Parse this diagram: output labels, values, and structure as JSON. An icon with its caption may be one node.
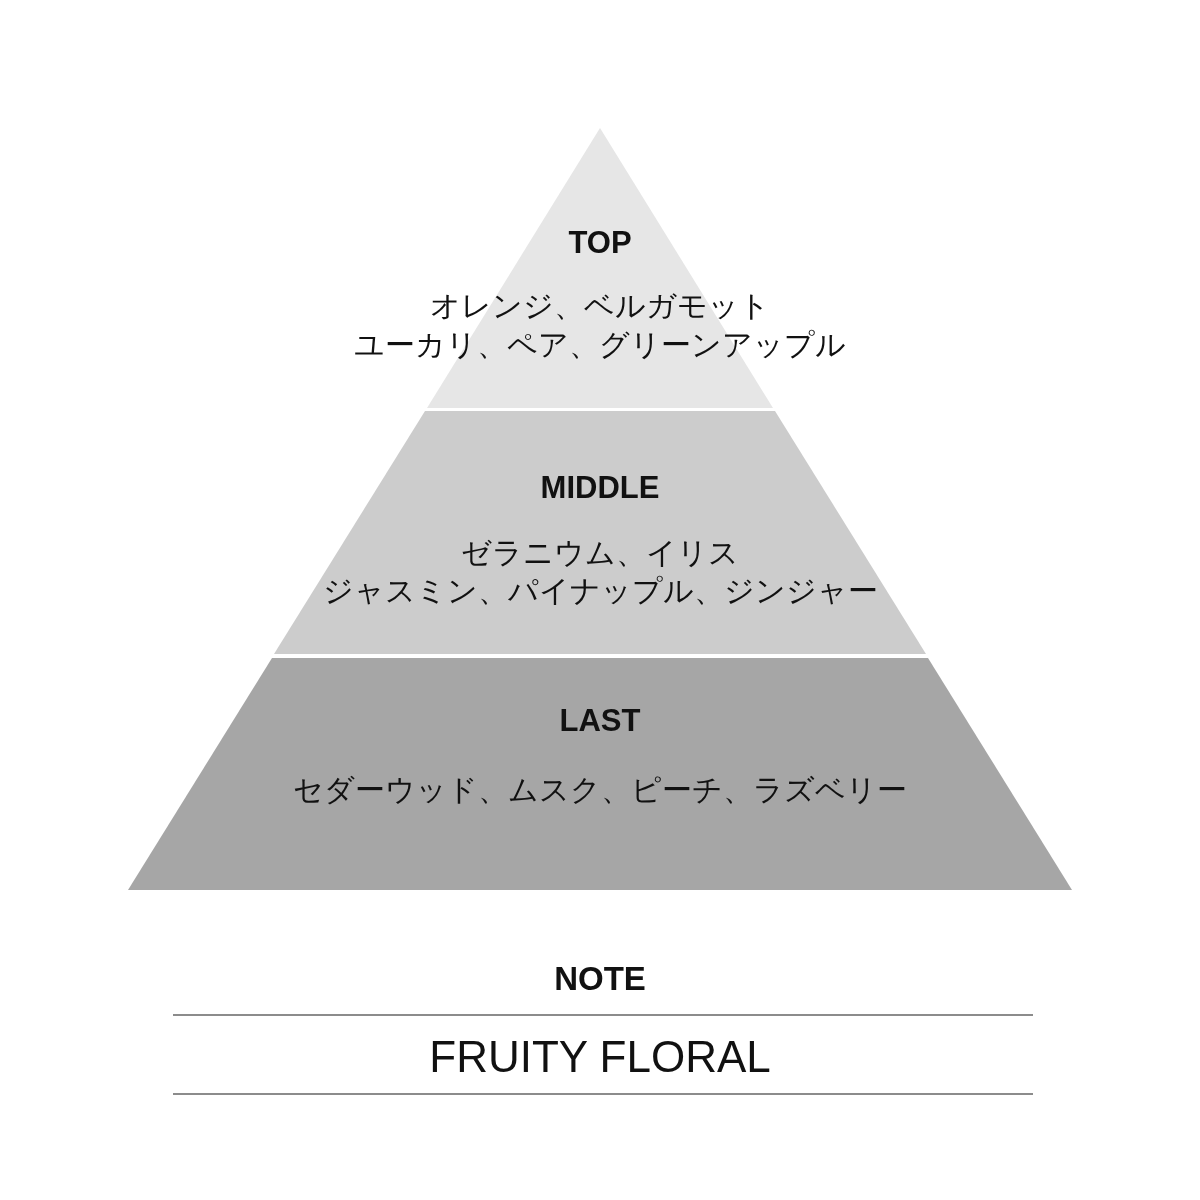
{
  "diagram": {
    "nodes": [
      {
        "text": [
          "TOP",
          "オレンジ、ベルガモット",
          "ユーカリ、ペア、グリーンアップル"
        ]
      },
      {
        "text": [
          "MIDDLE",
          "ゼラニウム、イリス",
          "ジャスミン、パイナップル、ジンジャー"
        ]
      },
      {
        "text": [
          "LAST",
          "セダーウッド、ムスク、ピーチ、ラズベリー"
        ]
      }
    ],
    "labels": [
      "NOTE",
      "FRUITY FLORAL"
    ]
  }
}
